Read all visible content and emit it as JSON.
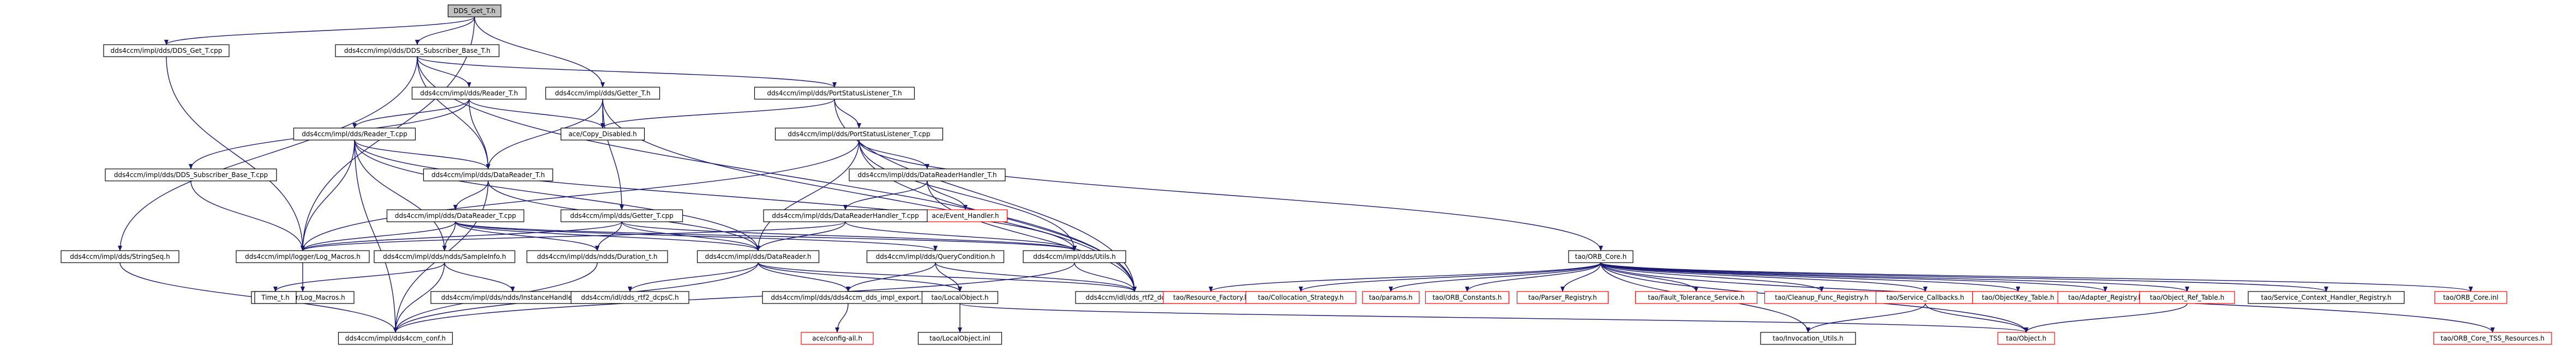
{
  "graph": {
    "nodes": [
      {
        "id": "n1",
        "label": "DDS_Get_T.h",
        "kind": "root"
      },
      {
        "id": "n2",
        "label": "dds4ccm/impl/dds/DDS_Get_T.cpp",
        "kind": "normal"
      },
      {
        "id": "n3",
        "label": "dds4ccm/impl/dds/DDS_Subscriber_Base_T.h",
        "kind": "normal"
      },
      {
        "id": "n4",
        "label": "dds4ccm/impl/dds/Reader_T.h",
        "kind": "normal"
      },
      {
        "id": "n5",
        "label": "dds4ccm/impl/dds/Getter_T.h",
        "kind": "normal"
      },
      {
        "id": "n6",
        "label": "dds4ccm/impl/dds/PortStatusListener_T.h",
        "kind": "normal"
      },
      {
        "id": "n7",
        "label": "ace/Copy_Disabled.h",
        "kind": "normal"
      },
      {
        "id": "n8",
        "label": "dds4ccm/impl/dds/Reader_T.cpp",
        "kind": "normal"
      },
      {
        "id": "n9",
        "label": "dds4ccm/impl/dds/PortStatusListener_T.cpp",
        "kind": "normal"
      },
      {
        "id": "n10",
        "label": "dds4ccm/impl/dds/DDS_Subscriber_Base_T.cpp",
        "kind": "normal"
      },
      {
        "id": "n11",
        "label": "dds4ccm/impl/dds/DataReader_T.h",
        "kind": "normal"
      },
      {
        "id": "n12",
        "label": "dds4ccm/impl/dds/DataReaderHandler_T.h",
        "kind": "normal"
      },
      {
        "id": "n13",
        "label": "ace/Event_Handler.h",
        "kind": "external"
      },
      {
        "id": "n14",
        "label": "dds4ccm/impl/dds/DataReader_T.cpp",
        "kind": "normal"
      },
      {
        "id": "n15",
        "label": "dds4ccm/impl/dds/Getter_T.cpp",
        "kind": "normal"
      },
      {
        "id": "n16",
        "label": "dds4ccm/impl/dds/DataReaderHandler_T.cpp",
        "kind": "normal"
      },
      {
        "id": "n17",
        "label": "dds4ccm/impl/dds/StringSeq.h",
        "kind": "normal"
      },
      {
        "id": "n18",
        "label": "dds4ccm/impl/logger/Log_Macros.h",
        "kind": "normal"
      },
      {
        "id": "n19",
        "label": "dds4ccm/impl/dds/ndds/SampleInfo.h",
        "kind": "normal"
      },
      {
        "id": "n20",
        "label": "dds4ccm/impl/dds/ndds/Duration_t.h",
        "kind": "normal"
      },
      {
        "id": "n21",
        "label": "dds4ccm/impl/dds/DataReader.h",
        "kind": "normal"
      },
      {
        "id": "n22",
        "label": "dds4ccm/impl/dds/QueryCondition.h",
        "kind": "normal"
      },
      {
        "id": "n23",
        "label": "dds4ccm/impl/dds/Utils.h",
        "kind": "normal"
      },
      {
        "id": "n24",
        "label": "tao/ORB_Core.h",
        "kind": "normal"
      },
      {
        "id": "n25",
        "label": "ciao/Logger/Log_Macros.h",
        "kind": "normal"
      },
      {
        "id": "n26",
        "label": "Time_t.h",
        "kind": "normal"
      },
      {
        "id": "n27",
        "label": "dds4ccm/impl/dds/ndds/InstanceHandle_t.h",
        "kind": "normal"
      },
      {
        "id": "n28",
        "label": "dds4ccm/idl/dds_rtf2_dcpsC.h",
        "kind": "normal"
      },
      {
        "id": "n29",
        "label": "dds4ccm/impl/dds/dds4ccm_dds_impl_export.h",
        "kind": "normal"
      },
      {
        "id": "n30",
        "label": "tao/LocalObject.h",
        "kind": "normal"
      },
      {
        "id": "n31",
        "label": "dds4ccm/idl/dds_rtf2_dcpsC.h",
        "kind": "normal"
      },
      {
        "id": "n32",
        "label": "dds4ccm/impl/dds4ccm_conf.h",
        "kind": "normal"
      },
      {
        "id": "n33",
        "label": "ace/config-all.h",
        "kind": "external"
      },
      {
        "id": "n34",
        "label": "tao/LocalObject.inl",
        "kind": "normal"
      },
      {
        "id": "n35",
        "label": "tao/Resource_Factory.h",
        "kind": "external"
      },
      {
        "id": "n36",
        "label": "tao/Collocation_Strategy.h",
        "kind": "external"
      },
      {
        "id": "n37",
        "label": "tao/params.h",
        "kind": "external"
      },
      {
        "id": "n38",
        "label": "tao/ORB_Constants.h",
        "kind": "external"
      },
      {
        "id": "n39",
        "label": "tao/Parser_Registry.h",
        "kind": "external"
      },
      {
        "id": "n40",
        "label": "tao/Fault_Tolerance_Service.h",
        "kind": "external"
      },
      {
        "id": "n41",
        "label": "tao/Cleanup_Func_Registry.h",
        "kind": "external"
      },
      {
        "id": "n42",
        "label": "tao/Service_Callbacks.h",
        "kind": "external"
      },
      {
        "id": "n43",
        "label": "tao/ObjectKey_Table.h",
        "kind": "external"
      },
      {
        "id": "n44",
        "label": "tao/Adapter_Registry.h",
        "kind": "external"
      },
      {
        "id": "n45",
        "label": "tao/Object_Ref_Table.h",
        "kind": "external"
      },
      {
        "id": "n46",
        "label": "tao/Service_Context_Handler_Registry.h",
        "kind": "normal"
      },
      {
        "id": "n47",
        "label": "tao/ORB_Core.inl",
        "kind": "external"
      },
      {
        "id": "n48",
        "label": "tao/Invocation_Utils.h",
        "kind": "normal"
      },
      {
        "id": "n49",
        "label": "tao/Object.h",
        "kind": "external"
      },
      {
        "id": "n50",
        "label": "tao/ORB_Core_TSS_Resources.h",
        "kind": "external"
      }
    ],
    "edges": [
      [
        "n1",
        "n2"
      ],
      [
        "n1",
        "n3"
      ],
      [
        "n1",
        "n5"
      ],
      [
        "n1",
        "n18"
      ],
      [
        "n2",
        "n18"
      ],
      [
        "n3",
        "n4"
      ],
      [
        "n3",
        "n6"
      ],
      [
        "n3",
        "n11"
      ],
      [
        "n3",
        "n31"
      ],
      [
        "n3",
        "n17"
      ],
      [
        "n4",
        "n7"
      ],
      [
        "n4",
        "n8"
      ],
      [
        "n4",
        "n11"
      ],
      [
        "n4",
        "n10"
      ],
      [
        "n5",
        "n7"
      ],
      [
        "n5",
        "n15"
      ],
      [
        "n5",
        "n11"
      ],
      [
        "n5",
        "n31"
      ],
      [
        "n6",
        "n7"
      ],
      [
        "n6",
        "n9"
      ],
      [
        "n6",
        "n31"
      ],
      [
        "n8",
        "n11"
      ],
      [
        "n8",
        "n18"
      ],
      [
        "n8",
        "n19"
      ],
      [
        "n8",
        "n21"
      ],
      [
        "n8",
        "n23"
      ],
      [
        "n8",
        "n32"
      ],
      [
        "n9",
        "n12"
      ],
      [
        "n9",
        "n18"
      ],
      [
        "n9",
        "n21"
      ],
      [
        "n9",
        "n23"
      ],
      [
        "n9",
        "n24"
      ],
      [
        "n9",
        "n31"
      ],
      [
        "n10",
        "n18"
      ],
      [
        "n11",
        "n14"
      ],
      [
        "n11",
        "n21"
      ],
      [
        "n11",
        "n32"
      ],
      [
        "n12",
        "n13"
      ],
      [
        "n12",
        "n16"
      ],
      [
        "n12",
        "n31"
      ],
      [
        "n14",
        "n18"
      ],
      [
        "n14",
        "n19"
      ],
      [
        "n14",
        "n20"
      ],
      [
        "n14",
        "n21"
      ],
      [
        "n14",
        "n22"
      ],
      [
        "n14",
        "n23"
      ],
      [
        "n15",
        "n18"
      ],
      [
        "n15",
        "n21"
      ],
      [
        "n15",
        "n23"
      ],
      [
        "n15",
        "n20"
      ],
      [
        "n16",
        "n18"
      ],
      [
        "n16",
        "n21"
      ],
      [
        "n16",
        "n23"
      ],
      [
        "n17",
        "n32"
      ],
      [
        "n18",
        "n25"
      ],
      [
        "n19",
        "n26"
      ],
      [
        "n19",
        "n27"
      ],
      [
        "n19",
        "n32"
      ],
      [
        "n20",
        "n32"
      ],
      [
        "n21",
        "n28"
      ],
      [
        "n21",
        "n29"
      ],
      [
        "n21",
        "n30"
      ],
      [
        "n21",
        "n31"
      ],
      [
        "n21",
        "n32"
      ],
      [
        "n22",
        "n29"
      ],
      [
        "n22",
        "n30"
      ],
      [
        "n22",
        "n31"
      ],
      [
        "n23",
        "n31"
      ],
      [
        "n23",
        "n32"
      ],
      [
        "n24",
        "n35"
      ],
      [
        "n24",
        "n36"
      ],
      [
        "n24",
        "n37"
      ],
      [
        "n24",
        "n38"
      ],
      [
        "n24",
        "n39"
      ],
      [
        "n24",
        "n40"
      ],
      [
        "n24",
        "n41"
      ],
      [
        "n24",
        "n42"
      ],
      [
        "n24",
        "n43"
      ],
      [
        "n24",
        "n44"
      ],
      [
        "n24",
        "n45"
      ],
      [
        "n24",
        "n46"
      ],
      [
        "n24",
        "n47"
      ],
      [
        "n24",
        "n48"
      ],
      [
        "n24",
        "n49"
      ],
      [
        "n24",
        "n50"
      ],
      [
        "n29",
        "n33"
      ],
      [
        "n30",
        "n34"
      ],
      [
        "n30",
        "n49"
      ],
      [
        "n42",
        "n48"
      ],
      [
        "n42",
        "n49"
      ],
      [
        "n45",
        "n49"
      ]
    ]
  }
}
